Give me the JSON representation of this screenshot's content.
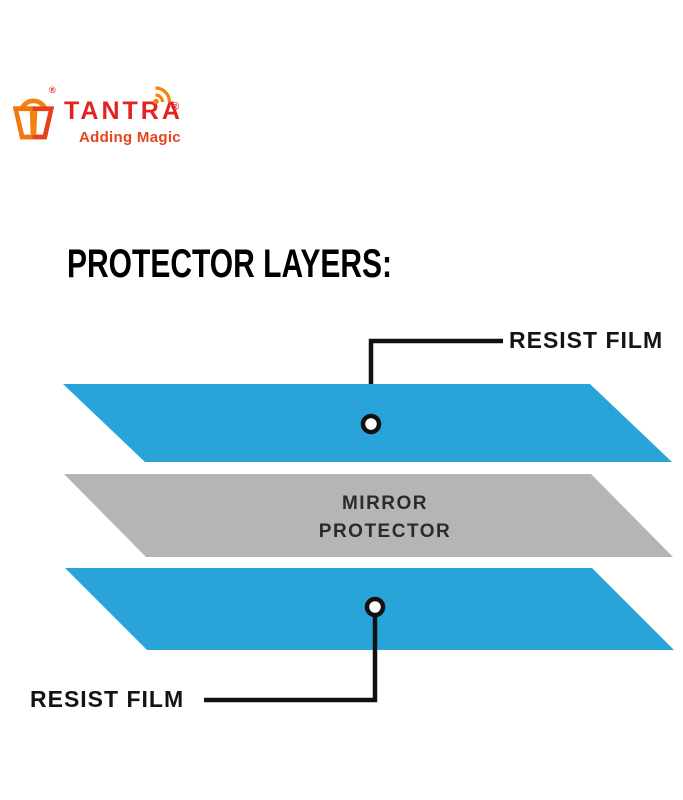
{
  "brand": {
    "name": "TANTRA",
    "registered": "®",
    "tagline": "Adding Magic",
    "colors": {
      "text_red": "#e02420",
      "tagline_red": "#e8431f",
      "icon_orange": "#f5820b",
      "icon_red": "#e53f1b"
    }
  },
  "diagram": {
    "title": "PROTECTOR LAYERS:",
    "line_color": "#111111",
    "layers": [
      {
        "name": "top-resist-film",
        "label": "RESIST FILM",
        "color": "#29a4d9"
      },
      {
        "name": "mirror-protector",
        "label": "MIRROR\nPROTECTOR",
        "color": "#b5b5b5"
      },
      {
        "name": "bottom-resist-film",
        "label": "RESIST FILM",
        "color": "#29a4d9"
      }
    ],
    "callouts": [
      {
        "label": "RESIST FILM",
        "position": "top-right"
      },
      {
        "label": "RESIST FILM",
        "position": "bottom-left"
      }
    ]
  }
}
